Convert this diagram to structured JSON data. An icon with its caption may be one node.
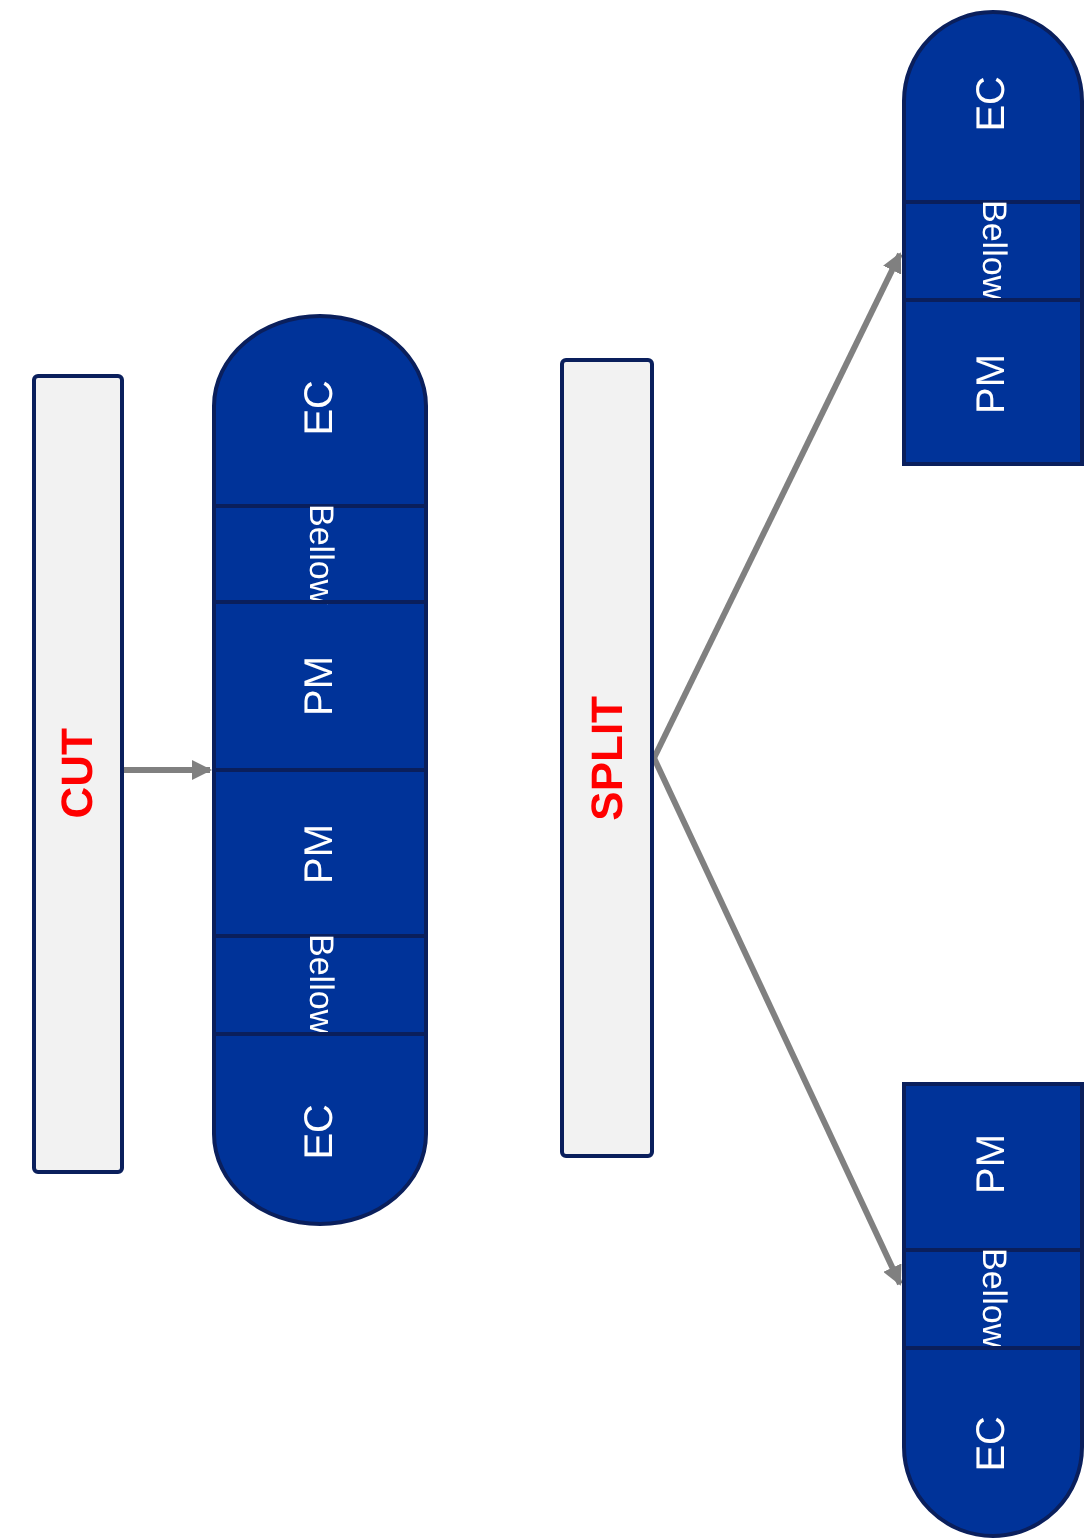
{
  "diagram": {
    "nodes": [
      {
        "text": [
          "CUT"
        ]
      },
      {
        "text": [],
        "shape": "cylinder"
      },
      {
        "text": [
          "EC"
        ],
        "in": 1
      },
      {
        "text": [
          "Bellow"
        ],
        "in": 1
      },
      {
        "text": [
          "PM"
        ],
        "in": 1
      },
      {
        "text": [
          "PM"
        ],
        "in": 1
      },
      {
        "text": [
          "Bellow"
        ],
        "in": 1
      },
      {
        "text": [
          "EC"
        ],
        "in": 1
      },
      {
        "text": [
          "SPLIT"
        ]
      },
      {
        "text": [],
        "shape": "cylinder"
      },
      {
        "text": [
          "EC"
        ],
        "in": 9
      },
      {
        "text": [
          "Bellow"
        ],
        "in": 9
      },
      {
        "text": [
          "PM"
        ],
        "in": 9
      },
      {
        "text": [],
        "shape": "cylinder"
      },
      {
        "text": [
          "PM"
        ],
        "in": 13
      },
      {
        "text": [
          "Bellow"
        ],
        "in": 13
      },
      {
        "text": [
          "EC"
        ],
        "in": 13
      }
    ],
    "edges": [
      {
        "from": 0,
        "to": 1,
        "arrow": "to"
      },
      {
        "from": 8,
        "to": 9,
        "arrow": "to"
      },
      {
        "from": 8,
        "to": 13,
        "arrow": "to"
      }
    ]
  }
}
